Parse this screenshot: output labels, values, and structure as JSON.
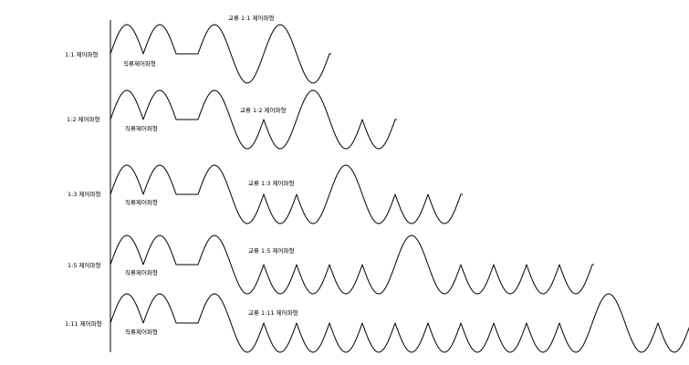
{
  "diagram": {
    "rows": [
      {
        "row_label": "1:1 제어파형",
        "dc_label": "직류제어파형",
        "ac_label": "교류 1:1 제어파형",
        "ratio": 1
      },
      {
        "row_label": "1:2 제어파형",
        "dc_label": "직류제어파형",
        "ac_label": "교류 1:2 제어파형",
        "ratio": 2
      },
      {
        "row_label": "1:3 제어파형",
        "dc_label": "직류제어파형",
        "ac_label": "교류 1:3 제어파형",
        "ratio": 3
      },
      {
        "row_label": "1:5 제어파형",
        "dc_label": "직류제어파형",
        "ac_label": "교류 1:5 제어파형",
        "ratio": 5
      },
      {
        "row_label": "1:11 제어파형",
        "dc_label": "직류제어파형",
        "ac_label": "교류 1:11 제어파형",
        "ratio": 11
      }
    ]
  }
}
